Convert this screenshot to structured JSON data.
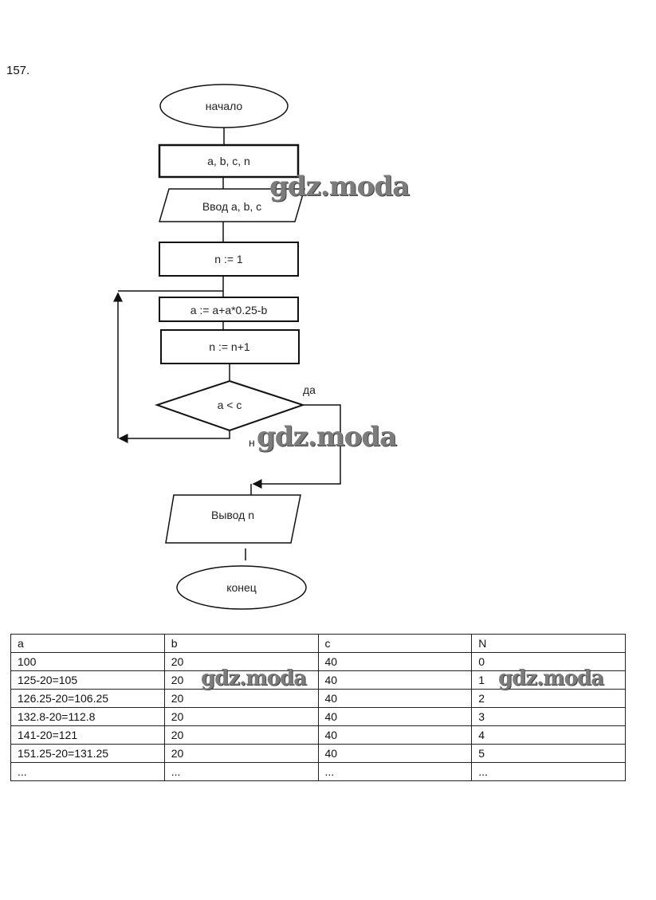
{
  "task_number": "157.",
  "flowchart": {
    "start": "начало",
    "declare": "a, b, c, n",
    "input": "Ввод a, b, c",
    "init": "n := 1",
    "assign_a": "a := a+a*0.25-b",
    "increment": "n := n+1",
    "condition": "a < c",
    "yes_label": "да",
    "no_label": "н",
    "output": "Вывод n",
    "end": "конец"
  },
  "table": {
    "headers": [
      "a",
      "b",
      "c",
      "N"
    ],
    "rows": [
      [
        "100",
        "20",
        "40",
        "0"
      ],
      [
        "125-20=105",
        "20",
        "40",
        "1"
      ],
      [
        "126.25-20=106.25",
        "20",
        "40",
        "2"
      ],
      [
        "132.8-20=112.8",
        "20",
        "40",
        "3"
      ],
      [
        "141-20=121",
        "20",
        "40",
        "4"
      ],
      [
        "151.25-20=131.25",
        "20",
        "40",
        "5"
      ],
      [
        "...",
        "...",
        "...",
        "..."
      ]
    ]
  },
  "watermark": "gdz.moda"
}
